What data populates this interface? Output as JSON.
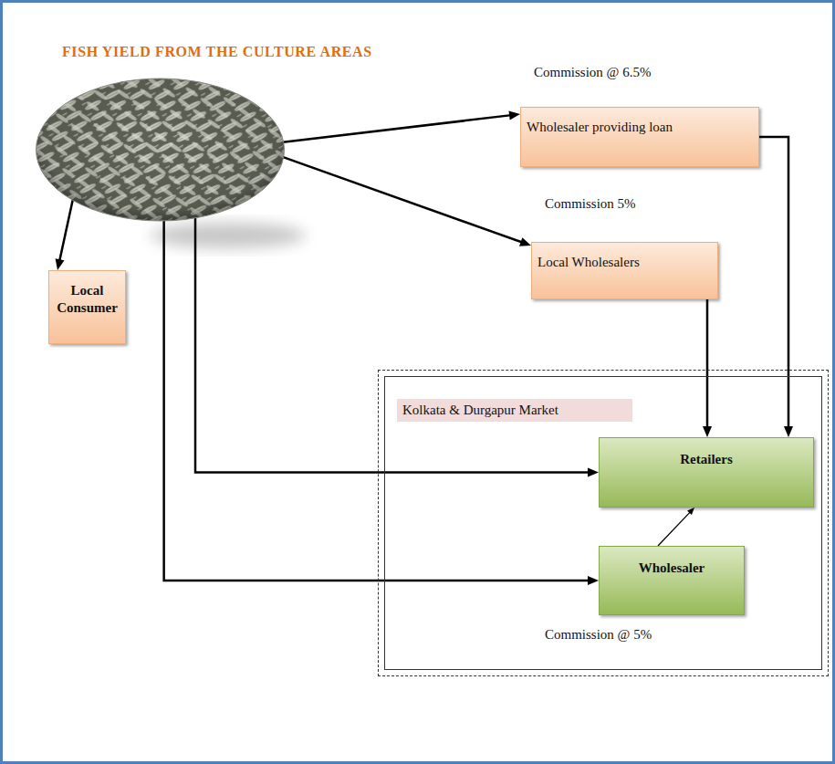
{
  "diagram": {
    "nodes": [
      {
        "text": [
          "FISH YIELD FROM THE CULTURE AREAS"
        ]
      },
      {
        "text": [
          "Wholesaler providing loan"
        ]
      },
      {
        "text": [
          "Local Wholesalers"
        ]
      },
      {
        "text": [
          "Local Consumer"
        ]
      },
      {
        "text": [
          "Kolkata & Durgapur Market"
        ]
      },
      {
        "text": [
          "Retailers"
        ],
        "in": 4
      },
      {
        "text": [
          "Wholesaler"
        ],
        "in": 4
      }
    ],
    "edges": [
      {
        "from": 0,
        "to": 1,
        "arrow": "to"
      },
      {
        "from": 0,
        "to": 2,
        "arrow": "to"
      },
      {
        "from": 0,
        "to": 3,
        "arrow": "to"
      },
      {
        "from": 0,
        "to": 5,
        "arrow": "to"
      },
      {
        "from": 0,
        "to": 6,
        "arrow": "to"
      },
      {
        "from": 1,
        "to": 5,
        "arrow": "to"
      },
      {
        "from": 2,
        "to": 5,
        "arrow": "to"
      },
      {
        "from": 6,
        "to": 5,
        "arrow": "to"
      }
    ],
    "labels": [
      "Commission @ 6.5%",
      "Commission 5%",
      "Commission @ 5%"
    ]
  }
}
